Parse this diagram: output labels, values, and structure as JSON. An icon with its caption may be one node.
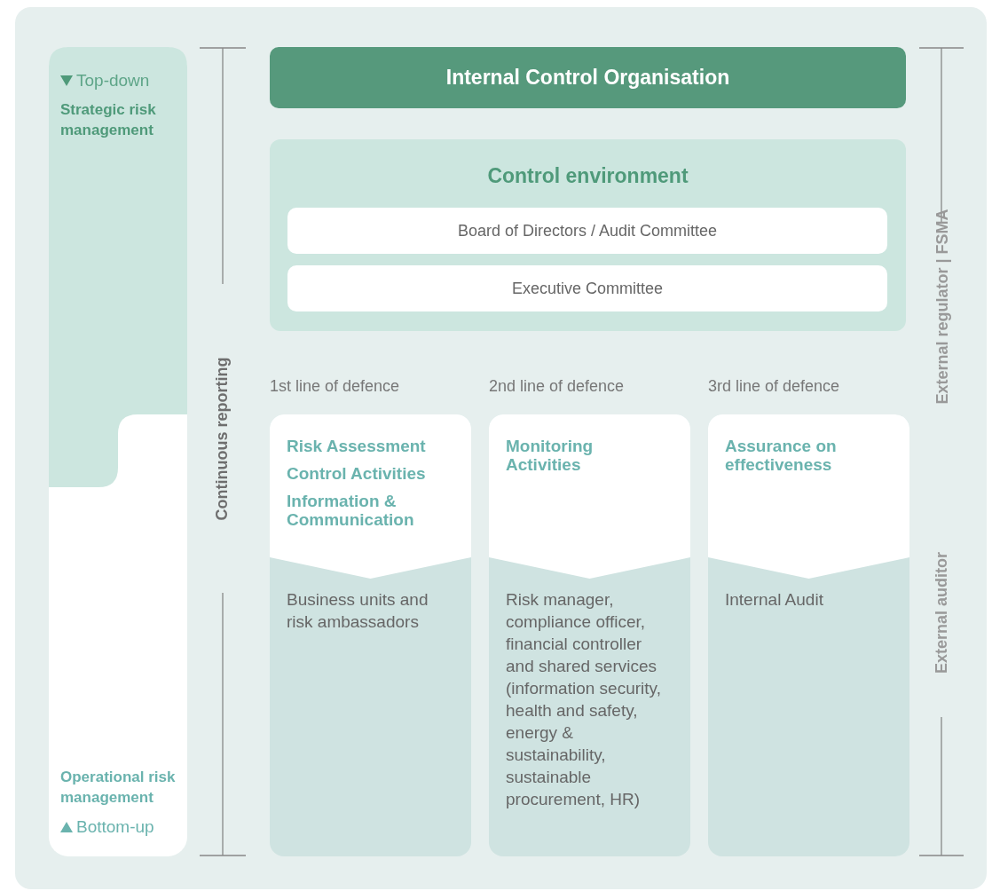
{
  "diagram": {
    "nodes": [
      {
        "text": [
          "Top-down",
          "Strategic risk management"
        ],
        "in": 1
      },
      {
        "text": [
          "Operational risk management",
          "Bottom-up"
        ]
      },
      {
        "text": [
          "Internal Control Organisation"
        ]
      },
      {
        "text": [
          "Control environment"
        ]
      },
      {
        "text": [
          "Board of Directors / Audit Committee"
        ],
        "in": 3
      },
      {
        "text": [
          "Executive Committee"
        ],
        "in": 3
      },
      {
        "text": [
          "Risk Assessment",
          "Control Activities",
          "Information & Communication",
          "Business units and risk ambassadors"
        ],
        "beside": [
          "1st line of defence"
        ]
      },
      {
        "text": [
          "Monitoring Activities",
          "Risk manager, compliance officer, financial controller and shared services (information security, health and safety, energy & sustainability, sustainable procurement, HR)"
        ],
        "beside": [
          "2nd line of defence"
        ]
      },
      {
        "text": [
          "Assurance on effectiveness",
          "Internal Audit"
        ],
        "beside": [
          "3rd line of defence"
        ]
      }
    ],
    "labels": [
      "Continuous reporting",
      "External regulator | FSMA",
      "External auditor"
    ]
  }
}
